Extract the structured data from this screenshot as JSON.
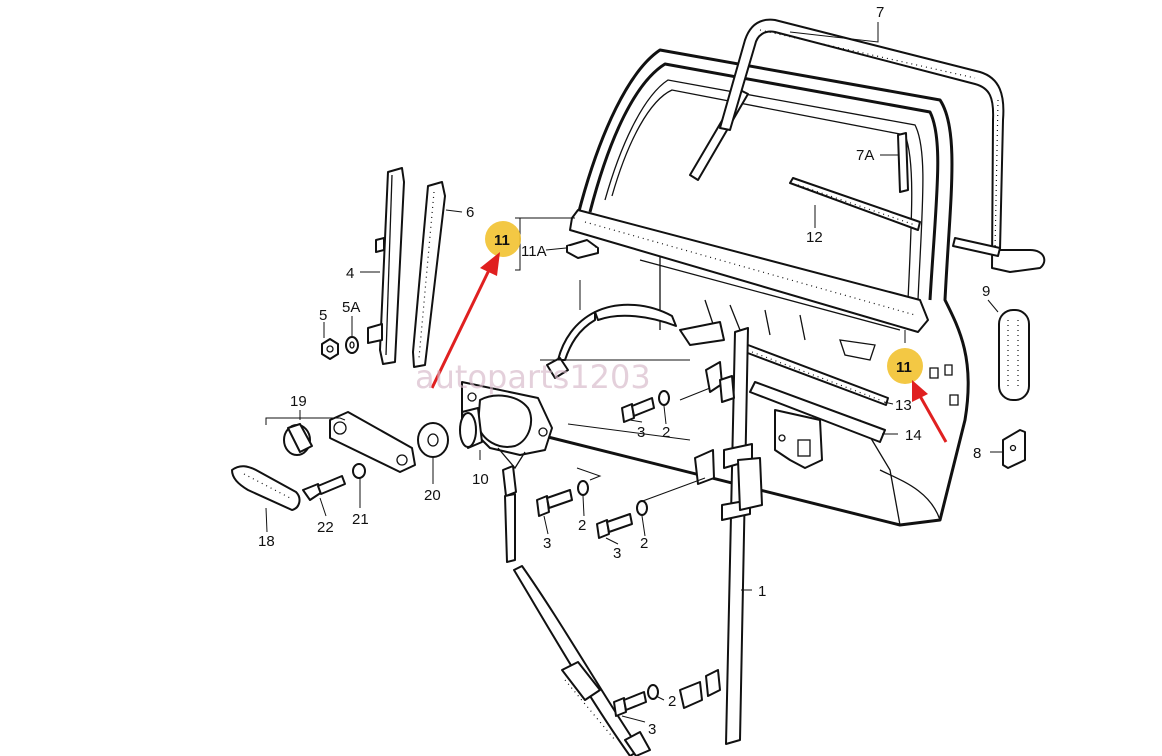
{
  "diagram": {
    "watermark": "autoparts1203",
    "highlight_color": "#f2c230",
    "arrow_color": "#e02020",
    "callouts": [
      {
        "id": "1",
        "label": "1"
      },
      {
        "id": "2a",
        "label": "2"
      },
      {
        "id": "2b",
        "label": "2"
      },
      {
        "id": "2c",
        "label": "2"
      },
      {
        "id": "2d",
        "label": "2"
      },
      {
        "id": "3a",
        "label": "3"
      },
      {
        "id": "3b",
        "label": "3"
      },
      {
        "id": "3c",
        "label": "3"
      },
      {
        "id": "3d",
        "label": "3"
      },
      {
        "id": "4",
        "label": "4"
      },
      {
        "id": "5",
        "label": "5"
      },
      {
        "id": "5A",
        "label": "5A"
      },
      {
        "id": "6",
        "label": "6"
      },
      {
        "id": "7",
        "label": "7"
      },
      {
        "id": "7A",
        "label": "7A"
      },
      {
        "id": "8",
        "label": "8"
      },
      {
        "id": "9",
        "label": "9"
      },
      {
        "id": "10",
        "label": "10"
      },
      {
        "id": "11A",
        "label": "11A"
      },
      {
        "id": "12",
        "label": "12"
      },
      {
        "id": "13",
        "label": "13"
      },
      {
        "id": "14",
        "label": "14"
      },
      {
        "id": "18",
        "label": "18"
      },
      {
        "id": "19",
        "label": "19"
      },
      {
        "id": "20",
        "label": "20"
      },
      {
        "id": "21",
        "label": "21"
      },
      {
        "id": "22",
        "label": "22"
      }
    ],
    "highlighted": [
      {
        "id": "11-left",
        "label": "11"
      },
      {
        "id": "11-right",
        "label": "11"
      }
    ]
  }
}
